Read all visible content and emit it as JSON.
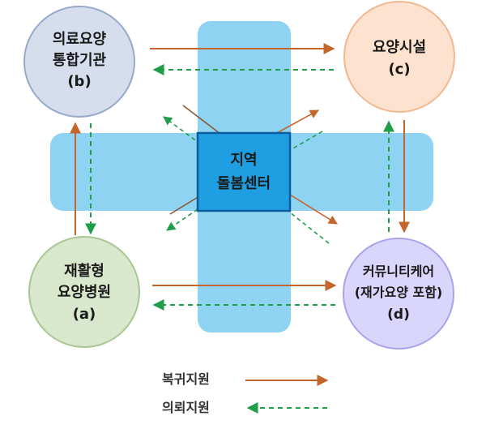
{
  "nodes": {
    "integrated": {
      "line1": "의료요양",
      "line2": "통합기관",
      "line3": "(b)",
      "fill": "#d6deee",
      "stroke": "#97a8cb"
    },
    "facility": {
      "line1": "요양시설",
      "line2": "(c)",
      "fill": "#fde3cf",
      "stroke": "#f3b88f"
    },
    "rehab": {
      "line1": "재활형",
      "line2": "요양병원",
      "line3": "(a)",
      "fill": "#d9e8cd",
      "stroke": "#a9c694"
    },
    "community": {
      "line1": "커뮤니티케어",
      "line2": "(재가요양 포함)",
      "line3": "(d)",
      "fill": "#dad6fb",
      "stroke": "#a9a2ec"
    }
  },
  "center": {
    "line1": "지역",
    "line2": "돌봄센터",
    "fill": "#1f9ee2",
    "stroke": "#0b5f9c"
  },
  "cross_color": "#8fd3f2",
  "legend": {
    "return_label": "복귀지원",
    "medical_label": "의뢰지원"
  },
  "colors": {
    "return": "#c4652b",
    "medical": "#1f9e4a"
  }
}
